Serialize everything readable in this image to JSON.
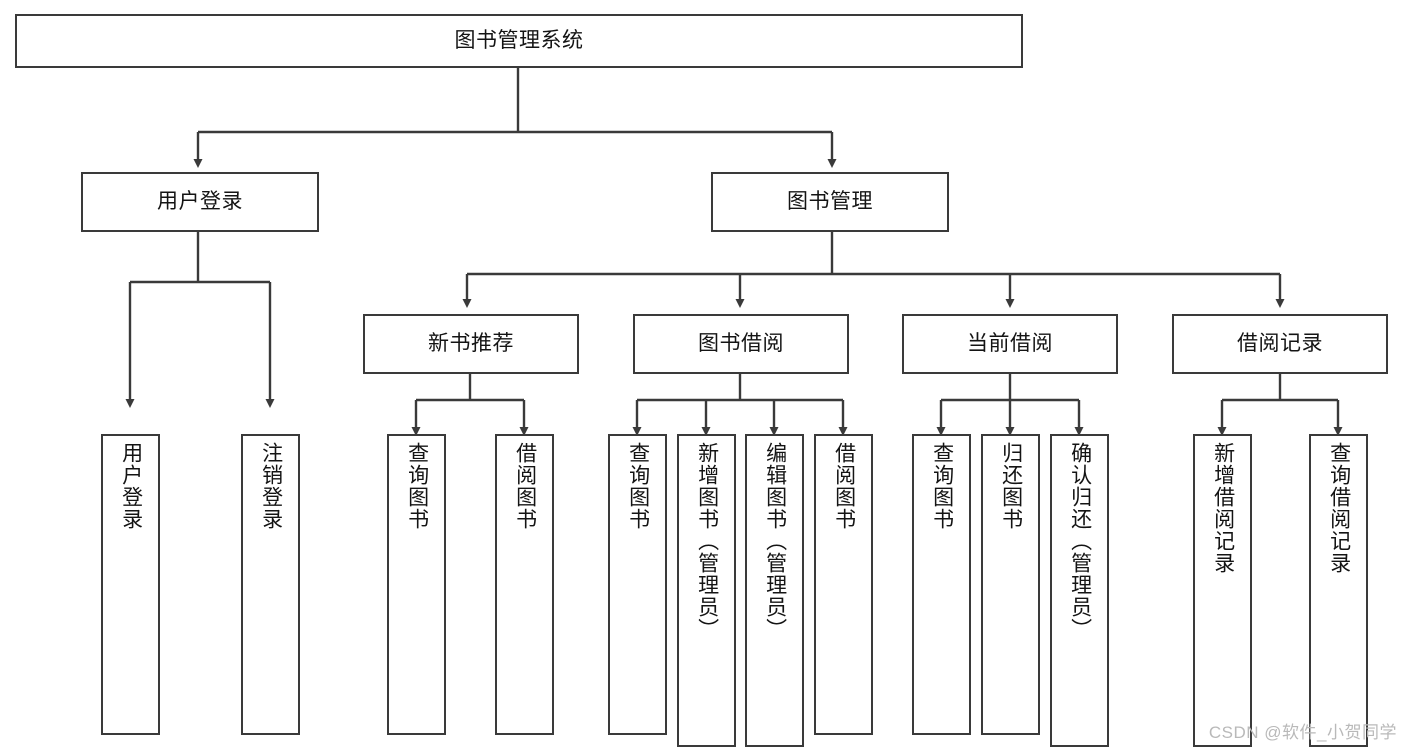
{
  "diagram": {
    "type": "tree-hierarchy",
    "title": "图书管理系统",
    "orientation": "top-down",
    "colors": {
      "box_border": "#3a3a3a",
      "box_fill": "#ffffff",
      "edge": "#3a3a3a",
      "text": "#141414",
      "watermark": "#b9b9b9"
    },
    "nodes": {
      "root": {
        "label": "图书管理系统"
      },
      "level2": [
        {
          "id": "user-login",
          "label": "用户登录"
        },
        {
          "id": "book-management",
          "label": "图书管理"
        }
      ],
      "level3": [
        {
          "id": "new-book-recommend",
          "label": "新书推荐"
        },
        {
          "id": "book-borrow",
          "label": "图书借阅"
        },
        {
          "id": "current-borrow",
          "label": "当前借阅"
        },
        {
          "id": "borrow-record",
          "label": "借阅记录"
        }
      ],
      "leaves": {
        "user_login": [
          {
            "id": "leaf-user-login",
            "label": "用户登录"
          },
          {
            "id": "leaf-logout",
            "label": "注销登录"
          }
        ],
        "new_book_recommend": [
          {
            "id": "leaf-query-book-1",
            "label": "查询图书"
          },
          {
            "id": "leaf-borrow-book-1",
            "label": "借阅图书"
          }
        ],
        "book_borrow": [
          {
            "id": "leaf-query-book-2",
            "label": "查询图书"
          },
          {
            "id": "leaf-add-book",
            "label": "新增图书（管理员）"
          },
          {
            "id": "leaf-edit-book",
            "label": "编辑图书（管理员）"
          },
          {
            "id": "leaf-borrow-book-2",
            "label": "借阅图书"
          }
        ],
        "current_borrow": [
          {
            "id": "leaf-query-book-3",
            "label": "查询图书"
          },
          {
            "id": "leaf-return-book",
            "label": "归还图书"
          },
          {
            "id": "leaf-confirm-return",
            "label": "确认归还（管理员）"
          }
        ],
        "borrow_record": [
          {
            "id": "leaf-add-record",
            "label": "新增借阅记录"
          },
          {
            "id": "leaf-query-record",
            "label": "查询借阅记录"
          }
        ]
      }
    },
    "edges": [
      {
        "from": "图书管理系统",
        "to": "用户登录"
      },
      {
        "from": "图书管理系统",
        "to": "图书管理"
      },
      {
        "from": "用户登录",
        "to": "用户登录"
      },
      {
        "from": "用户登录",
        "to": "注销登录"
      },
      {
        "from": "图书管理",
        "to": "新书推荐"
      },
      {
        "from": "图书管理",
        "to": "图书借阅"
      },
      {
        "from": "图书管理",
        "to": "当前借阅"
      },
      {
        "from": "图书管理",
        "to": "借阅记录"
      },
      {
        "from": "新书推荐",
        "to": "查询图书"
      },
      {
        "from": "新书推荐",
        "to": "借阅图书"
      },
      {
        "from": "图书借阅",
        "to": "查询图书"
      },
      {
        "from": "图书借阅",
        "to": "新增图书（管理员）"
      },
      {
        "from": "图书借阅",
        "to": "编辑图书（管理员）"
      },
      {
        "from": "图书借阅",
        "to": "借阅图书"
      },
      {
        "from": "当前借阅",
        "to": "查询图书"
      },
      {
        "from": "当前借阅",
        "to": "归还图书"
      },
      {
        "from": "当前借阅",
        "to": "确认归还（管理员）"
      },
      {
        "from": "借阅记录",
        "to": "新增借阅记录"
      },
      {
        "from": "借阅记录",
        "to": "查询借阅记录"
      }
    ]
  },
  "watermark": {
    "text": "CSDN @软件_小贺同学"
  }
}
